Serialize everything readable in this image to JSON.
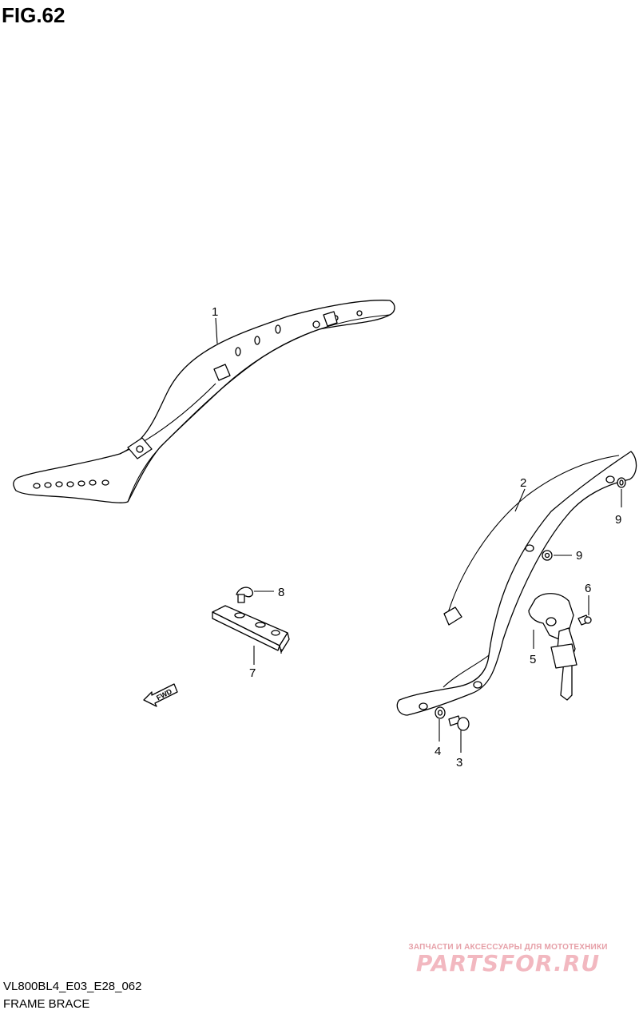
{
  "figure": {
    "title": "FIG.62"
  },
  "diagram_code": "VL800BL4_E03_E28_062",
  "caption": "FRAME BRACE",
  "watermark": {
    "tagline": "ЗАПЧАСТИ И АКСЕССУАРЫ ДЛЯ МОТОТЕХНИКИ",
    "brand": "PARTSFOR.RU"
  },
  "direction_marker": {
    "label": "FWD",
    "icon": "arrow-left-icon"
  },
  "callouts": [
    {
      "id": "1",
      "label": "1"
    },
    {
      "id": "2",
      "label": "2"
    },
    {
      "id": "3",
      "label": "3"
    },
    {
      "id": "4",
      "label": "4"
    },
    {
      "id": "5",
      "label": "5"
    },
    {
      "id": "6",
      "label": "6"
    },
    {
      "id": "7",
      "label": "7"
    },
    {
      "id": "8",
      "label": "8"
    },
    {
      "id": "9a",
      "label": "9"
    },
    {
      "id": "9b",
      "label": "9"
    }
  ]
}
